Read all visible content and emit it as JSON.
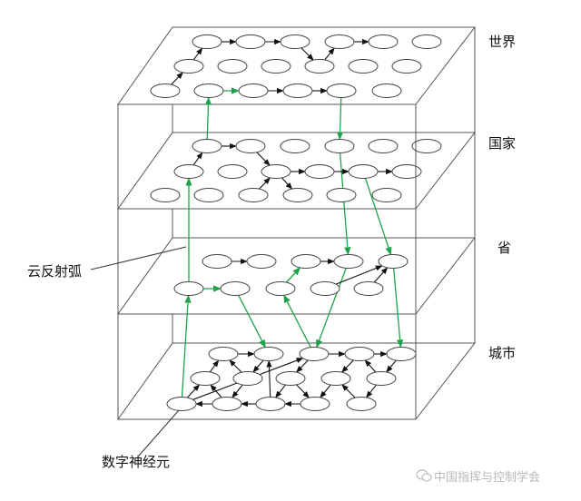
{
  "labels": {
    "world": "世界",
    "country": "国家",
    "province": "省",
    "city": "城市",
    "cloud_reflex_arc": "云反射弧",
    "digital_neuron": "数字神经元"
  },
  "watermark": {
    "text": "中国指挥与控制学会",
    "icon": "wechat-icon"
  },
  "colors": {
    "line": "#555555",
    "arrow_black": "#111111",
    "arrow_green": "#1fa34a",
    "node_fill": "#ffffff"
  }
}
